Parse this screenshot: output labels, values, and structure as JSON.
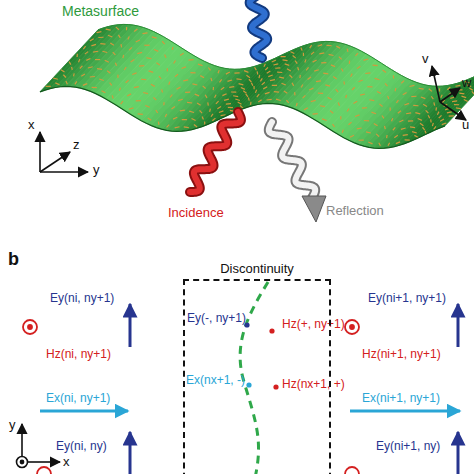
{
  "diagram": {
    "nodes": [
      {
        "text": [
          "Discontinuity"
        ]
      }
    ],
    "labels": [
      "Metasurface",
      "v",
      "w",
      "u",
      "x",
      "z",
      "y",
      "Incidence",
      "Reflection",
      "b",
      "Ey(ni, ny+1)",
      "Hz(ni, ny+1)",
      "Ex(ni, ny+1)",
      "Ey(ni, ny)",
      "Ey(-, ny+1)",
      "Hz(+, ny+1)",
      "Ex(nx+1, -)",
      "Hz(nx+1, +)",
      "Ey(ni+1, ny+1)",
      "Hz(ni+1, ny+1)",
      "Ex(ni+1, ny+1)",
      "Ey(ni+1, ny)",
      "y",
      "x"
    ]
  }
}
